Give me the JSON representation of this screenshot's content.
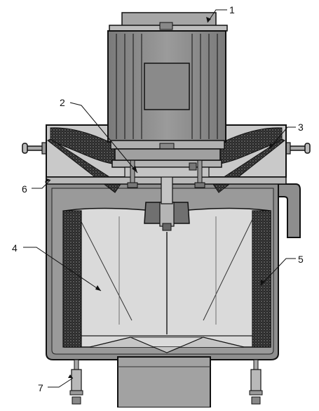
{
  "figure": {
    "callouts": [
      {
        "id": "1",
        "label": "1"
      },
      {
        "id": "2",
        "label": "2"
      },
      {
        "id": "3",
        "label": "3"
      },
      {
        "id": "4",
        "label": "4"
      },
      {
        "id": "5",
        "label": "5"
      },
      {
        "id": "6",
        "label": "6"
      },
      {
        "id": "7",
        "label": "7"
      }
    ],
    "colors": {
      "line": "#111111",
      "metal": "#8c8c8c",
      "metal_dark": "#555555",
      "metal_light": "#d2d2d2",
      "filter_dark": "#2a2a2a",
      "background": "#ffffff"
    }
  }
}
